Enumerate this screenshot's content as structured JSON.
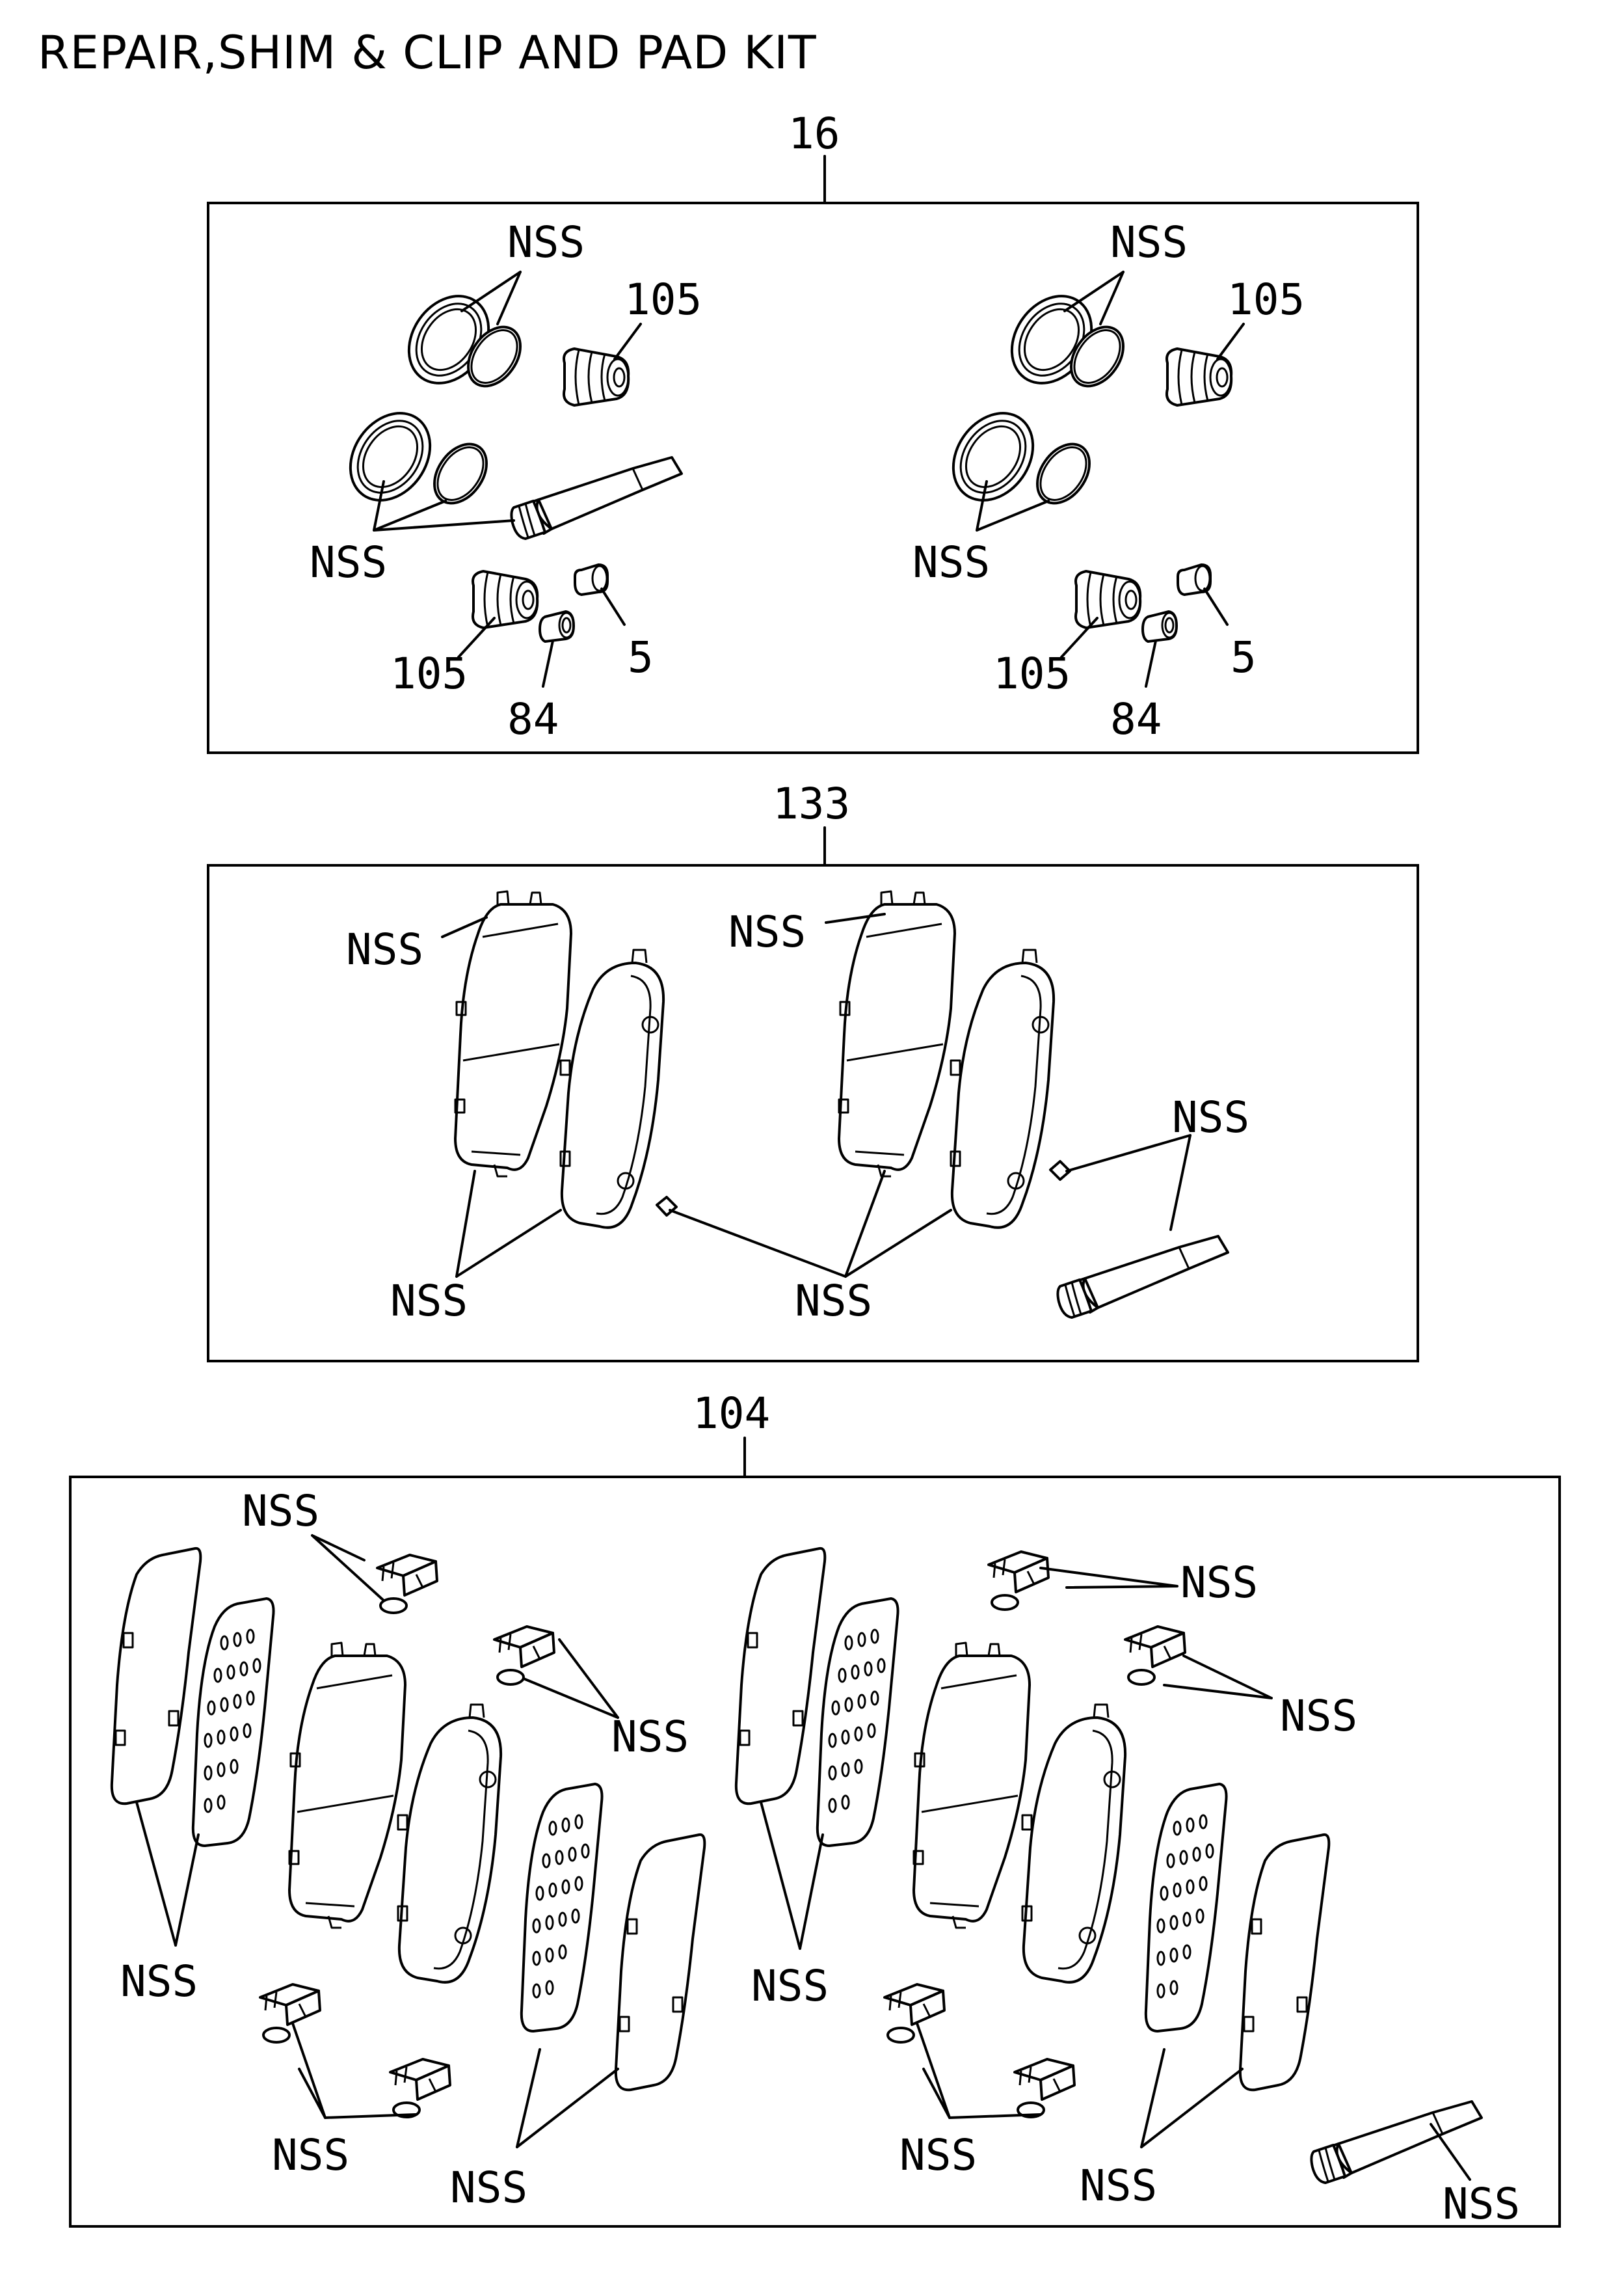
{
  "title": "REPAIR,SHIM & CLIP AND PAD KIT",
  "groups": {
    "repair_kit": {
      "ref": "16",
      "left": {
        "nss_top": "NSS",
        "nss_bottom": "NSS",
        "boot_top": "105",
        "boot_bottom": "105",
        "bushing": "5",
        "sleeve": "84"
      },
      "right": {
        "nss_top": "NSS",
        "nss_bottom": "NSS",
        "boot_top": "105",
        "boot_bottom": "105",
        "bushing": "5",
        "sleeve": "84"
      }
    },
    "pad_kit": {
      "ref": "133",
      "nss_clip_left": "NSS",
      "nss_clip_right": "NSS",
      "nss_pads_left": "NSS",
      "nss_pads_middle": "NSS",
      "nss_grease": "NSS"
    },
    "shim_clip_kit": {
      "ref": "104",
      "left": {
        "nss_clip_top": "NSS",
        "nss_clip_mid": "NSS",
        "nss_shims": "NSS",
        "nss_clips_bottom": "NSS",
        "nss_shims_bottom": "NSS"
      },
      "right": {
        "nss_clip_top": "NSS",
        "nss_clip_mid": "NSS",
        "nss_shims": "NSS",
        "nss_clips_bottom": "NSS",
        "nss_shims_bottom": "NSS",
        "nss_grease": "NSS"
      }
    }
  }
}
